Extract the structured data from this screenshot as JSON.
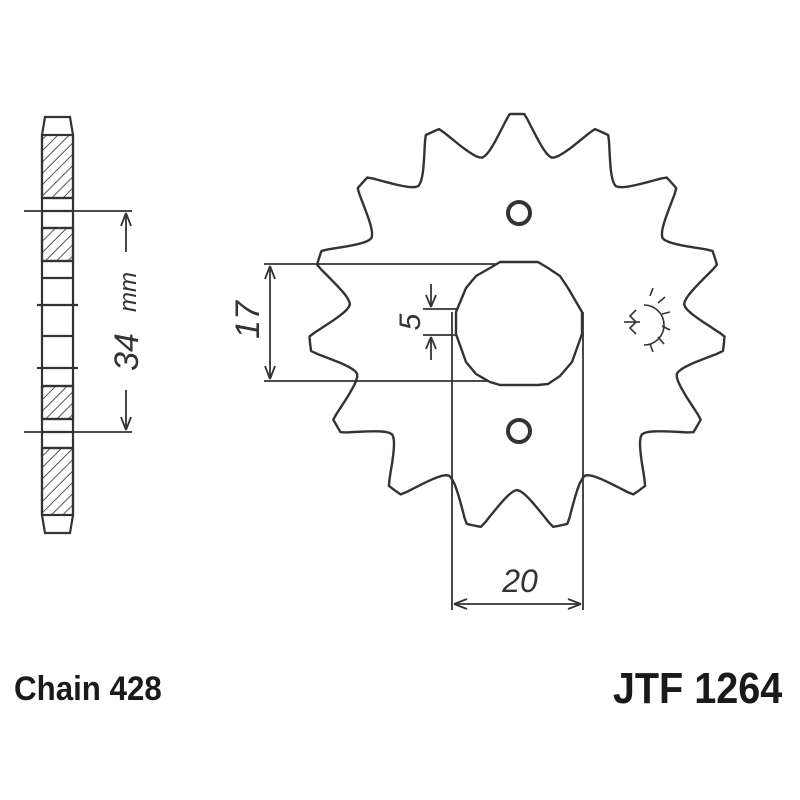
{
  "drawing": {
    "tooth_count": 15,
    "colors": {
      "line": "#333333",
      "hatch": "#555555",
      "background": "#ffffff"
    },
    "dimensions": {
      "thickness_value": "34",
      "thickness_unit": "mm",
      "height_17": "17",
      "height_5": "5",
      "width_20": "20"
    },
    "icons": [
      "hatched-side-profile",
      "sprocket-outline",
      "bolt-hole-icon",
      "sun-logo-icon"
    ]
  },
  "footer": {
    "chain_label": "Chain 428",
    "part_number": "JTF 1264"
  }
}
